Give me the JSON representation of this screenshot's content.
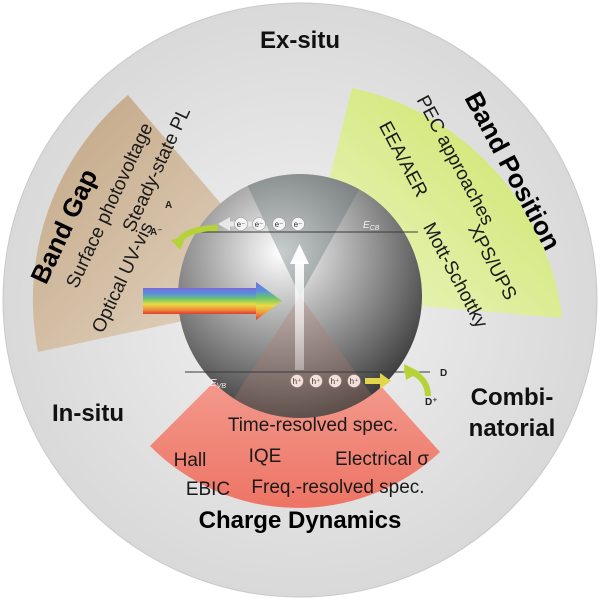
{
  "context": {
    "ex_situ": "Ex-situ",
    "in_situ": "In-situ",
    "combinatorial_line1": "Combi-",
    "combinatorial_line2": "natorial"
  },
  "band_gap": {
    "title": "Band Gap",
    "methods": [
      "Steady-state PL",
      "Surface photovoltage",
      "Optical UV-vis"
    ]
  },
  "band_position": {
    "title": "Band Position",
    "methods": [
      "PEC approaches",
      "EEA/AER",
      "XPS/UPS",
      "Mott-Schottky"
    ]
  },
  "charge_dynamics": {
    "title": "Charge Dynamics",
    "methods": [
      "Time-resolved spec.",
      "Hall",
      "IQE",
      "Electrical σ",
      "EBIC",
      "Freq.-resolved spec."
    ]
  },
  "center": {
    "conduction_band": "E",
    "conduction_band_sub": "CB",
    "valence_band": "E",
    "valence_band_sub": "VB",
    "electron": "e⁻",
    "hole": "h⁺",
    "acceptor": "A",
    "acceptor_reduced": "A⁻",
    "donor": "D",
    "donor_oxidized": "D⁺"
  },
  "colors": {
    "outer_circle": "#e3e3e3",
    "band_gap_sector": "#c8ad8c",
    "band_position_sector": "#dcee8c",
    "charge_dynamics_sector": "#f2887a",
    "sphere": "#8a8a8a",
    "arrow_green": "#b5d339",
    "arrow_yellow": "#e2d64a"
  }
}
